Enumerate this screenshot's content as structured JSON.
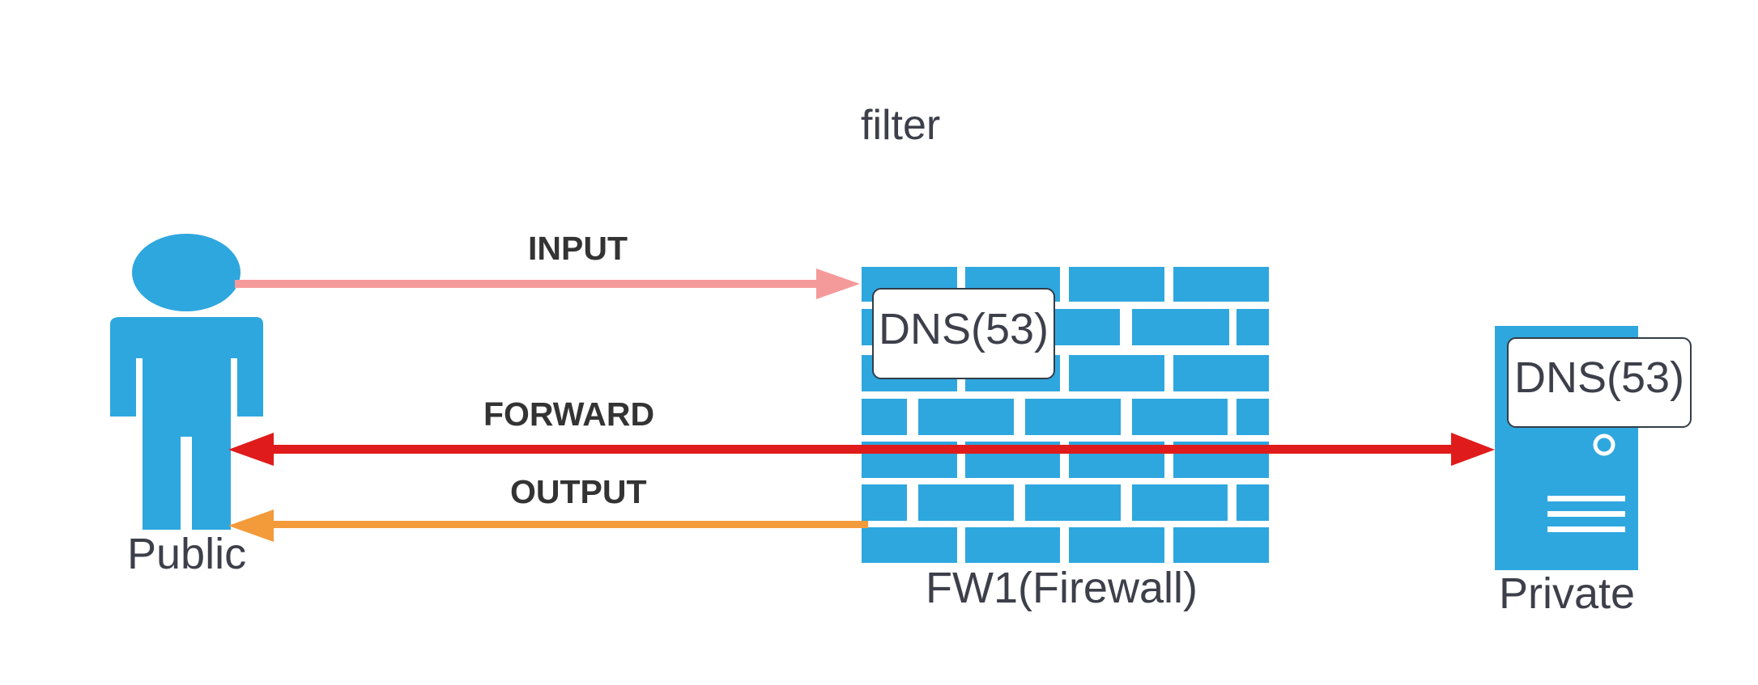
{
  "title": "filter",
  "nodes": {
    "public": {
      "label": "Public",
      "icon": "person-icon"
    },
    "firewall": {
      "label": "FW1(Firewall)",
      "icon": "brick-wall-icon",
      "service": "DNS(53)"
    },
    "private": {
      "label": "Private",
      "icon": "server-icon",
      "service": "DNS(53)"
    }
  },
  "arrows": {
    "input": {
      "label": "INPUT",
      "color": "#f59a9a",
      "direction": "public-to-firewall"
    },
    "forward": {
      "label": "FORWARD",
      "color": "#e01b1b",
      "direction": "bidirectional-public-private"
    },
    "output": {
      "label": "OUTPUT",
      "color": "#f39a3a",
      "direction": "firewall-to-public"
    }
  },
  "colors": {
    "icon_blue": "#2ea7df",
    "text": "#3d3f4a"
  }
}
